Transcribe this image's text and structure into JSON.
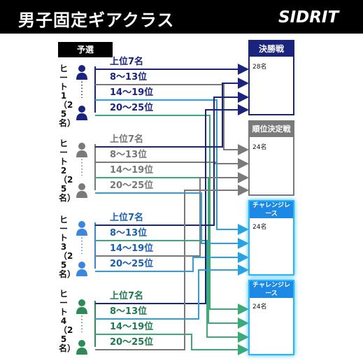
{
  "header": {
    "title": "男子固定ギアクラス",
    "logo": "SIDRIT"
  },
  "qualifying": {
    "label": "予選"
  },
  "heats": [
    {
      "label": "ヒート1（25名）",
      "color": "#1a237e"
    },
    {
      "label": "ヒート2（25名）",
      "color": "#7a7a7a"
    },
    {
      "label": "ヒート3（25名）",
      "color": "#3a86e0"
    },
    {
      "label": "ヒート4（25名）",
      "color": "#2e8b57"
    }
  ],
  "ranks": [
    "上位7名",
    "8～13位",
    "14～19位",
    "20～25位"
  ],
  "races": [
    {
      "name": "決勝戦",
      "count": "28名"
    },
    {
      "name": "順位決定戦",
      "count": "24名"
    },
    {
      "name": "チャレンジレース\nA",
      "count": "24名"
    },
    {
      "name": "チャレンジレース\nB",
      "count": "24名"
    }
  ],
  "colors": {
    "final": "#1a237e",
    "placement": "#7a7a7a",
    "challenge": "#29b6f6",
    "line_green": "#3aaa78",
    "line_blue": "#3a86e0"
  }
}
